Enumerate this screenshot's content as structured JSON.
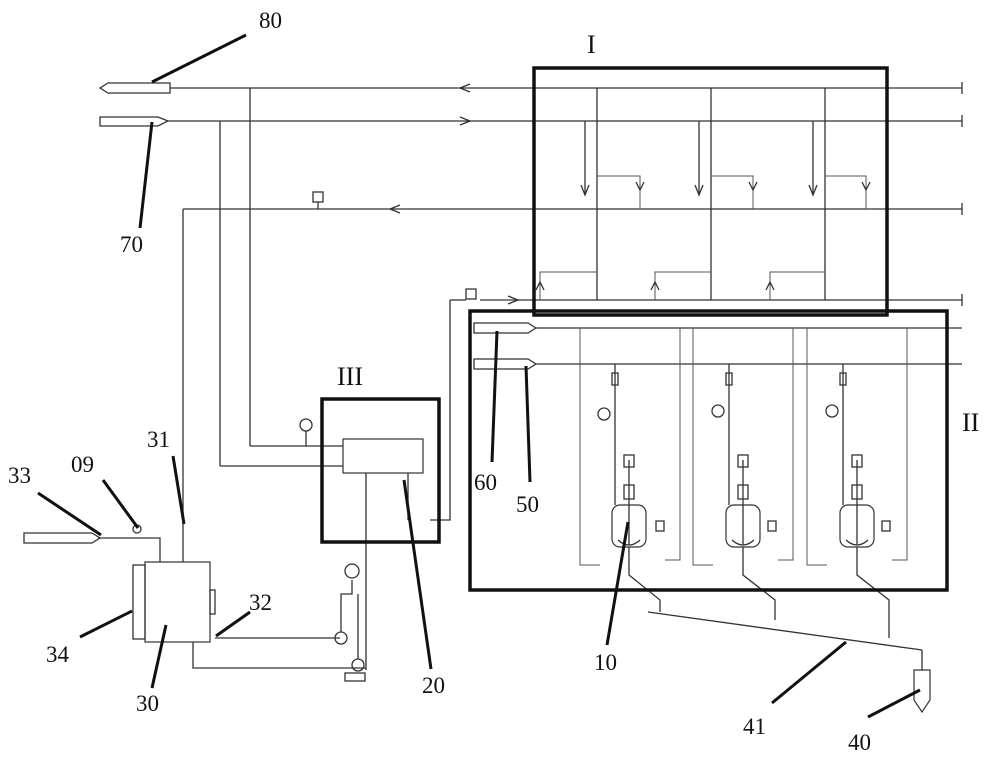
{
  "region_labels": {
    "region_1": "I",
    "region_2": "II",
    "region_3": "III"
  },
  "reference_numerals": {
    "n80": "80",
    "n70": "70",
    "n31": "31",
    "n33": "33",
    "n09": "09",
    "n34": "34",
    "n32": "32",
    "n30": "30",
    "n20": "20",
    "n60": "60",
    "n50": "50",
    "n10": "10",
    "n41": "41",
    "n40": "40"
  }
}
